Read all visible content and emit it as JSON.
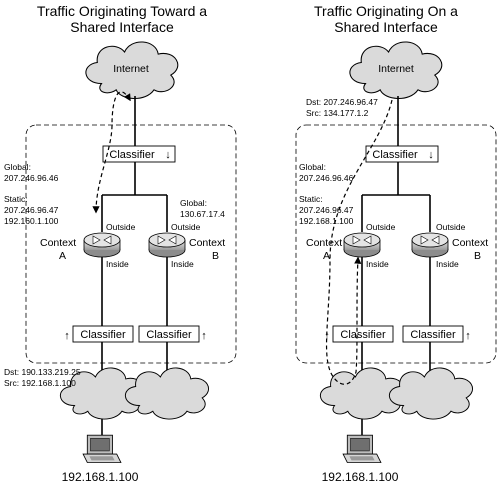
{
  "left": {
    "title_line1": "Traffic Originating Toward a",
    "title_line2": "Shared Interface",
    "internet": "Internet",
    "top_classifier": "Classifier",
    "global_a_label": "Global:",
    "global_a_value": "207.246.96.46",
    "static_label": "Static:",
    "static_value1": "207.246.96.47",
    "static_value2": "192.160.1.100",
    "global_b_label": "Global:",
    "global_b_value": "130.67.17.4",
    "outside_a": "Outside",
    "outside_b": "Outside",
    "inside_a": "Inside",
    "inside_b": "Inside",
    "context_a_word": "Context",
    "context_a_letter": "A",
    "context_b_word": "Context",
    "context_b_letter": "B",
    "bottom_classifier_a": "Classifier",
    "bottom_classifier_b": "Classifier",
    "dst": "Dst: 190.133.219.25",
    "src": "Src: 192.168.1.100",
    "host_ip": "192.168.1.100"
  },
  "right": {
    "title_line1": "Traffic Originating On a",
    "title_line2": "Shared Interface",
    "internet": "Internet",
    "dst": "Dst: 207.246.96.47",
    "src": "Src: 134.177.1.2",
    "top_classifier": "Classifier",
    "global_a_label": "Global:",
    "global_a_value": "207.246.96.46",
    "static_label": "Static:",
    "static_value1": "207.246.96.47",
    "static_value2": "192.168.1.100",
    "outside_a": "Outside",
    "outside_b": "Outside",
    "inside_a": "Inside",
    "inside_b": "Inside",
    "context_a_word": "Context",
    "context_a_letter": "A",
    "context_b_word": "Context",
    "context_b_letter": "B",
    "bottom_classifier_a": "Classifier",
    "bottom_classifier_b": "Classifier",
    "host_ip": "192.168.1.100"
  },
  "colors": {
    "cloud_fill": "#dadada",
    "router_fill": "#c8c8c8",
    "line": "#000000"
  }
}
